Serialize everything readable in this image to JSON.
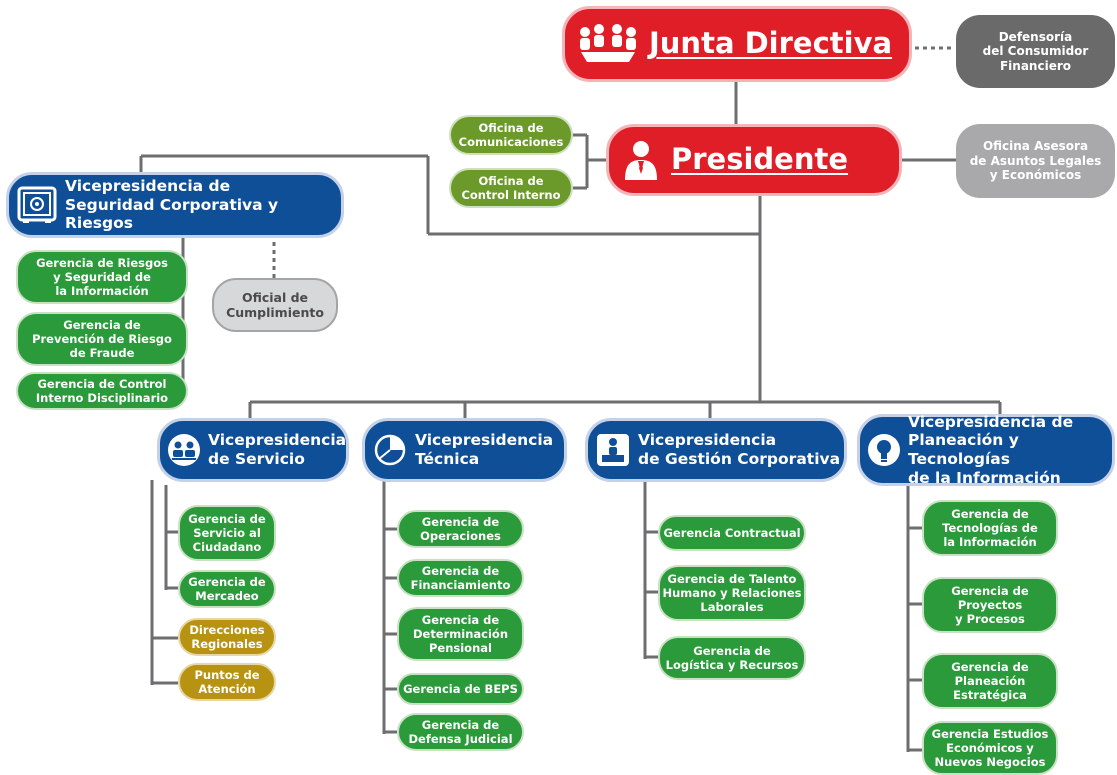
{
  "junta": {
    "label": "Junta Directiva"
  },
  "presidente": {
    "label": "Presidente"
  },
  "defensoria": {
    "label": "Defensoría\ndel Consumidor\nFinanciero"
  },
  "asesora": {
    "label": "Oficina Asesora\nde Asuntos Legales\ny Económicos"
  },
  "comunicaciones": {
    "label": "Oficina de\nComunicaciones"
  },
  "control_interno": {
    "label": "Oficina de\nControl Interno"
  },
  "oficial": {
    "label": "Oficial de\nCumplimiento"
  },
  "vp_seguridad": {
    "title": "Vicepresidencia de\nSeguridad Corporativa y Riesgos",
    "items": [
      "Gerencia de Riesgos\ny Seguridad de\nla Información",
      "Gerencia de\nPrevención de Riesgo\nde Fraude",
      "Gerencia de Control\nInterno Disciplinario"
    ]
  },
  "vp_servicio": {
    "title": "Vicepresidencia\nde Servicio",
    "items": [
      "Gerencia de\nServicio al\nCiudadano",
      "Gerencia de\nMercadeo",
      "Direcciones\nRegionales",
      "Puntos de\nAtención"
    ]
  },
  "vp_tecnica": {
    "title": "Vicepresidencia\nTécnica",
    "items": [
      "Gerencia de\nOperaciones",
      "Gerencia de\nFinanciamiento",
      "Gerencia de\nDeterminación\nPensional",
      "Gerencia de BEPS",
      "Gerencia de\nDefensa Judicial"
    ]
  },
  "vp_gestion": {
    "title": "Vicepresidencia\nde Gestión Corporativa",
    "items": [
      "Gerencia Contractual",
      "Gerencia de Talento\nHumano y Relaciones\nLaborales",
      "Gerencia de\nLogística y Recursos"
    ]
  },
  "vp_planeacion": {
    "title": "Vicepresidencia  de\nPlaneación y Tecnologías\nde la Información",
    "items": [
      "Gerencia de\nTecnologías de\nla Información",
      "Gerencia de\nProyectos\ny Procesos",
      "Gerencia de\nPlaneación\nEstratégica",
      "Gerencia Estudios\nEconómicos y\nNuevos Negocios"
    ]
  },
  "colors": {
    "red": "#e01e27",
    "blue": "#0f4f98",
    "green": "#2b9a3a",
    "olive": "#6b9a2a",
    "gold": "#b89312",
    "connector": "#6d6e70"
  }
}
